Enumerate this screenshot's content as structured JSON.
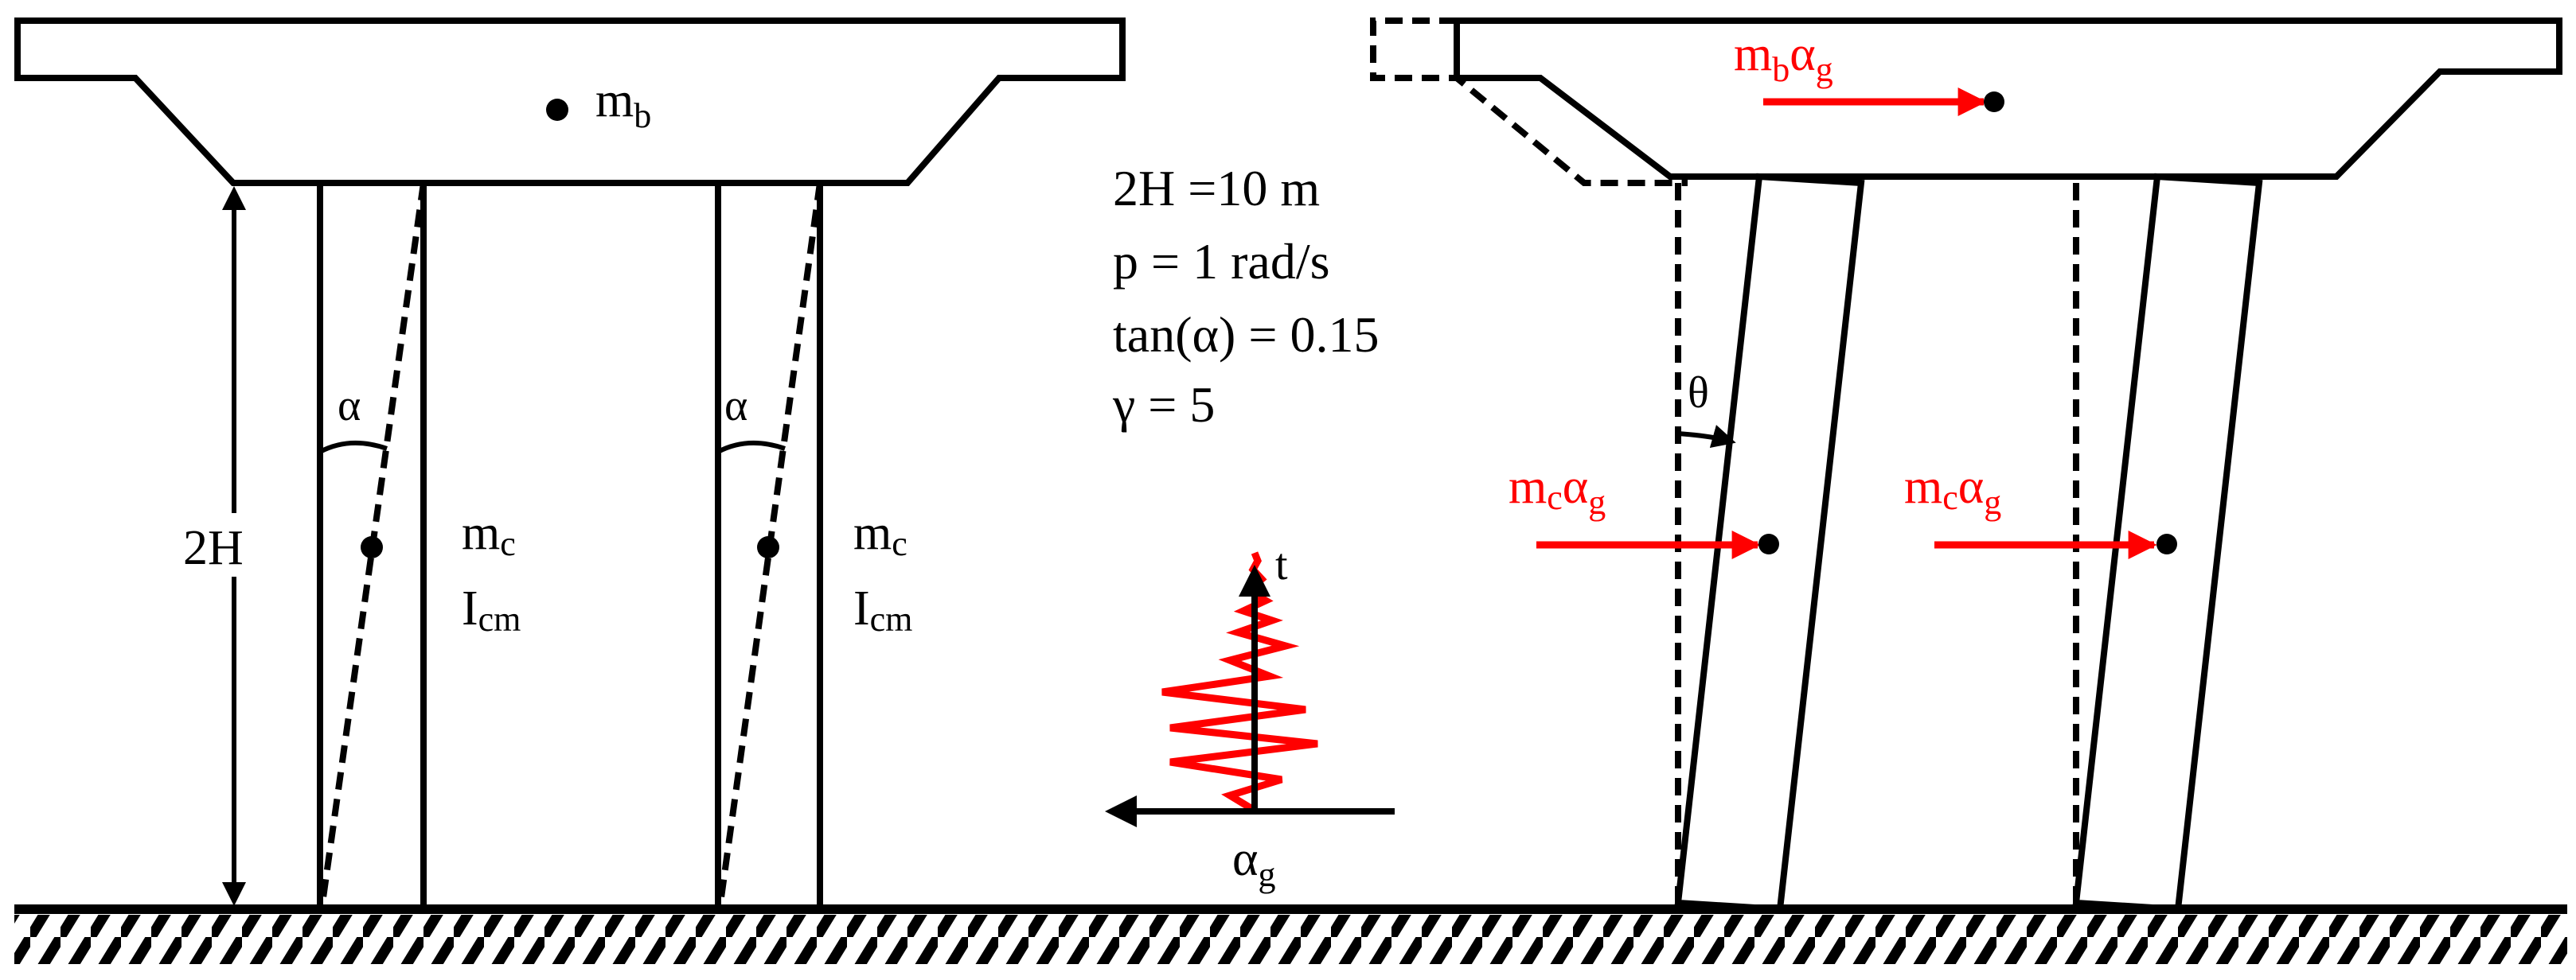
{
  "colors": {
    "ink": "#000000",
    "accent": "#ff0000",
    "background": "#ffffff"
  },
  "left_frame": {
    "deck_mass": {
      "symbol": "m",
      "subscript": "b"
    },
    "height_label": "2H",
    "angle_label": "α",
    "column_mass": {
      "symbol": "m",
      "subscript": "c"
    },
    "column_inertia": {
      "symbol": "I",
      "subscript": "cm"
    }
  },
  "parameters": {
    "height": "2H =10 m",
    "frequency": "p = 1 rad/s",
    "slenderness": "tan(α) = 0.15",
    "gamma": "γ = 5"
  },
  "ground_motion": {
    "time_axis_label": "t",
    "acceleration": {
      "symbol": "α",
      "subscript": "g"
    }
  },
  "right_frame": {
    "deck_force": {
      "symbol": "m",
      "subscript": "b",
      "symbol2": "α",
      "subscript2": "g"
    },
    "column_force": {
      "symbol": "m",
      "subscript": "c",
      "symbol2": "α",
      "subscript2": "g"
    },
    "rotation_label": "θ"
  }
}
